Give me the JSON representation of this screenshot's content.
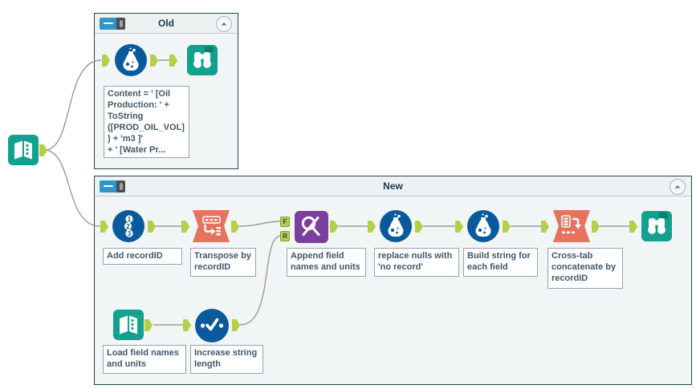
{
  "containers": {
    "old": {
      "title": "Old"
    },
    "new": {
      "title": "New"
    }
  },
  "tools": {
    "input_main": {
      "type": "Input Data"
    },
    "formula_old": {
      "type": "Formula",
      "annotation": "Content = ' [Oil\nProduction: ' +\nToString\n([PROD_OIL_VOL]\n) + 'm3 ]'\n+ ' [Water Pr..."
    },
    "browse_old": {
      "type": "Browse"
    },
    "record_id": {
      "type": "Record ID",
      "annotation": "Add recordID",
      "icon_numbers": [
        "1",
        "2",
        "3"
      ]
    },
    "transpose": {
      "type": "Transpose",
      "annotation": "Transpose by\nrecordID"
    },
    "find_replace": {
      "type": "Find Replace",
      "annotation": "Append field\nnames and units",
      "input_labels": {
        "top": "F",
        "bottom": "R"
      }
    },
    "formula_nulls": {
      "type": "Formula",
      "annotation": "replace nulls with\n'no record'"
    },
    "formula_build": {
      "type": "Formula",
      "annotation": "Build string for\neach field"
    },
    "cross_tab": {
      "type": "Cross Tab",
      "annotation": "Cross-tab\nconcatenate by\nrecordID"
    },
    "browse_new": {
      "type": "Browse"
    },
    "input_fields": {
      "type": "Input Data",
      "annotation": "Load field names\nand units"
    },
    "select_tool": {
      "type": "Select",
      "annotation": "Increase string\nlength"
    }
  },
  "colors": {
    "tool_teal": "#12a18f",
    "tool_blue": "#085a9c",
    "tool_salmon": "#e5735d",
    "tool_purple": "#7b3f9d",
    "anchor_green": "#b5cf48",
    "wire_gray": "#9b9b9b",
    "container_border": "#2b4550",
    "container_fill": "#f2f5f6",
    "annotation_text": "#41576b",
    "toggle_blue": "#2e96c8"
  }
}
